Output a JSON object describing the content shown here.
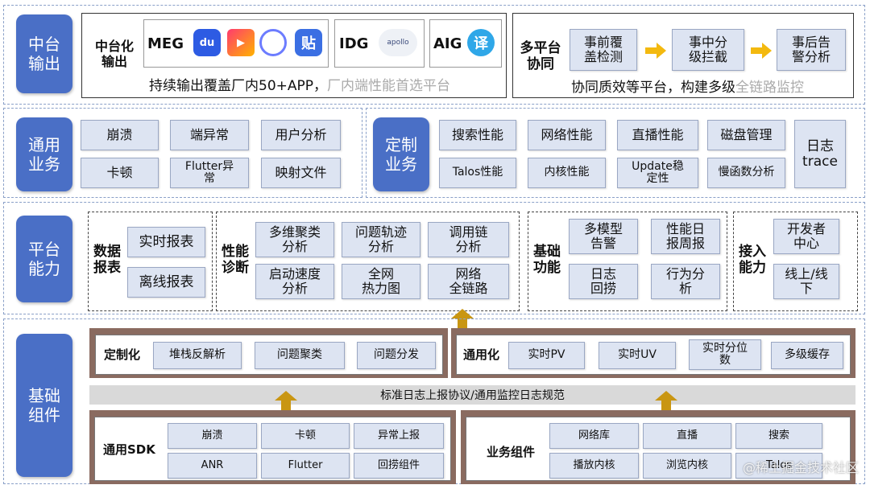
{
  "row1": {
    "title": "中台\n输出",
    "left_label": "中台化\n输出",
    "meg": "MEG",
    "idg": "IDG",
    "aig": "AIG",
    "logos": {
      "baidu": "du",
      "apollo": "apollo",
      "tieba": "贴",
      "yi": "译"
    },
    "sub_main": "持续输出覆盖厂内50+APP，",
    "sub_faded": "厂内端性能首选平台",
    "right_label": "多平台\n协同",
    "flow": [
      "事前覆\n盖检测",
      "事中分\n级拦截",
      "事后告\n警分析"
    ],
    "right_sub_main": "协同质效等平台，构建多级",
    "right_sub_faded": "全链路监控"
  },
  "row2": {
    "title": "通用\n业务",
    "general": [
      "崩溃",
      "端异常",
      "用户分析",
      "卡顿",
      "Flutter异\n常",
      "映射文件"
    ],
    "custom_title": "定制\n业务",
    "custom": [
      "搜索性能",
      "网络性能",
      "直播性能",
      "磁盘管理",
      "Talos性能",
      "内核性能",
      "Update稳\n定性",
      "慢函数分析"
    ],
    "log": "日志\ntrace"
  },
  "row3": {
    "title": "平台\n能力",
    "data_label": "数据\n报表",
    "data": [
      "实时报表",
      "离线报表"
    ],
    "perf_label": "性能\n诊断",
    "perf": [
      "多维聚类\n分析",
      "问题轨迹\n分析",
      "调用链\n分析",
      "启动速度\n分析",
      "全网\n热力图",
      "网络\n全链路"
    ],
    "basic_label": "基础\n功能",
    "basic": [
      "多模型\n告警",
      "性能日\n报周报",
      "日志\n回捞",
      "行为分\n析"
    ],
    "access_label": "接入\n能力",
    "access": [
      "开发者\n中心",
      "线上/线\n下"
    ]
  },
  "row4": {
    "title": "基础\n组件",
    "custom_label": "定制化",
    "custom": [
      "堆栈反解析",
      "问题聚类",
      "问题分发"
    ],
    "general_label": "通用化",
    "general": [
      "实时PV",
      "实时UV",
      "实时分位\n数",
      "多级缓存"
    ],
    "protocol": "标准日志上报协议/通用监控日志规范",
    "sdk_label": "通用SDK",
    "sdk": [
      "崩溃",
      "卡顿",
      "异常上报",
      "ANR",
      "Flutter",
      "回捞组件"
    ],
    "biz_label": "业务组件",
    "biz": [
      "网络库",
      "直播",
      "搜索",
      "播放内核",
      "浏览内核",
      "Talos"
    ]
  },
  "watermark": "@稀土掘金技术社区"
}
